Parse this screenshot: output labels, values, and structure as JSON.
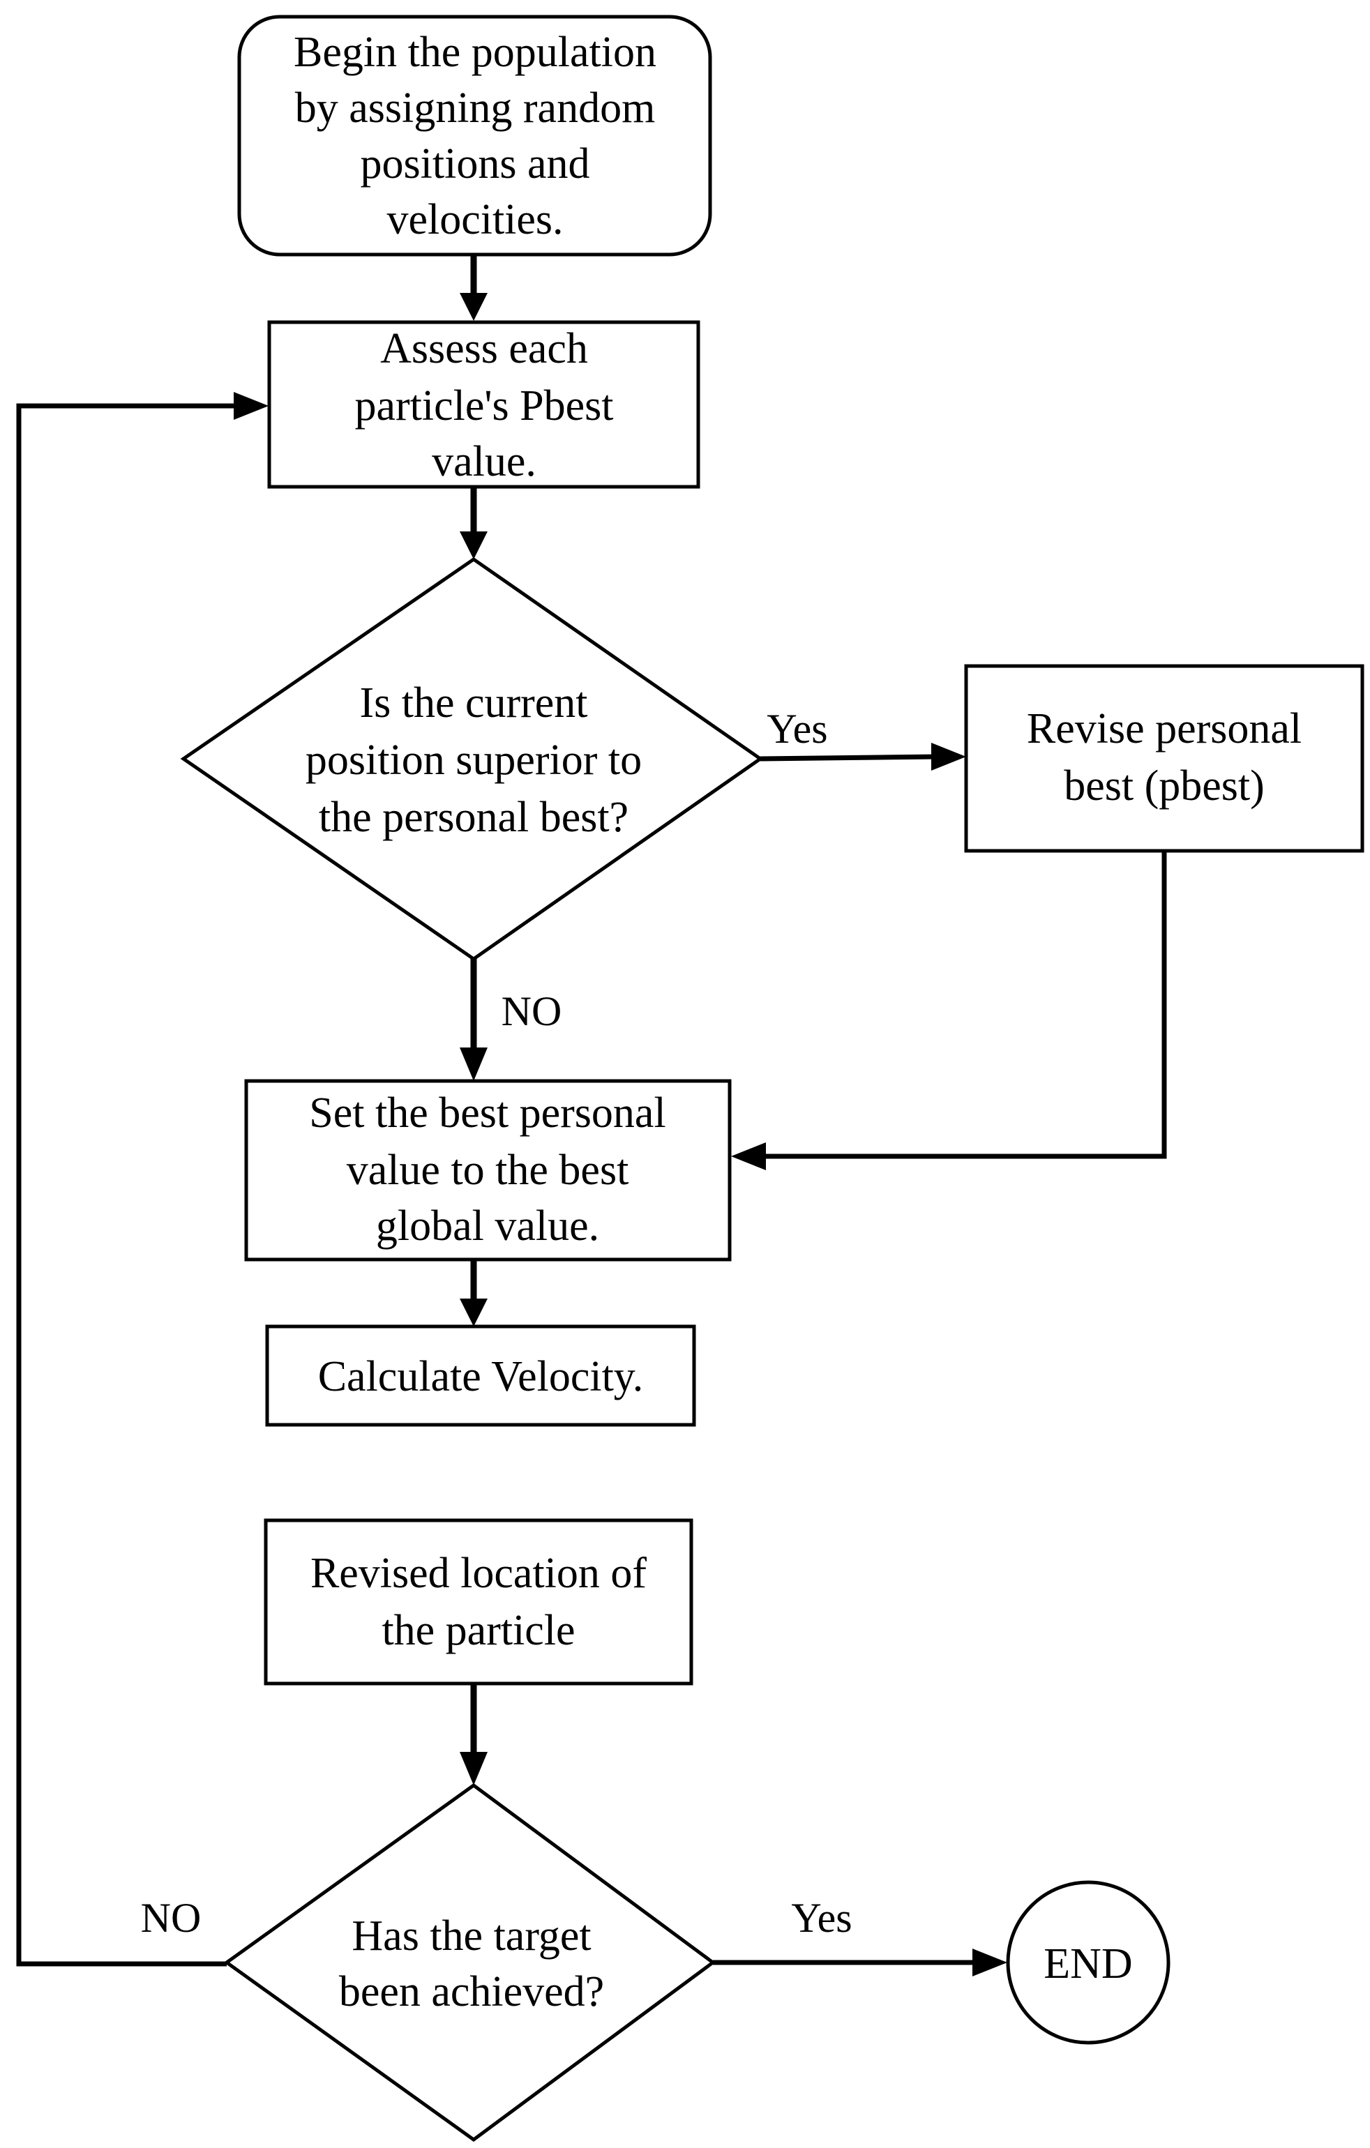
{
  "nodes": {
    "start": [
      "Begin the population",
      "by assigning random",
      "positions and",
      "velocities."
    ],
    "assess": [
      "Assess each",
      "particle's Pbest",
      "value."
    ],
    "decision_current": [
      "Is the current",
      "position superior to",
      "the personal best?"
    ],
    "revise_pbest": [
      "Revise personal",
      "best (pbest)"
    ],
    "set_best": [
      "Set the best personal",
      "value to the best",
      "global value."
    ],
    "calc_velocity": [
      "Calculate Velocity."
    ],
    "revised_location": [
      "Revised location of",
      "the particle"
    ],
    "decision_target": [
      "Has the target",
      "been achieved?"
    ],
    "end": [
      "END"
    ]
  },
  "edge_labels": {
    "current_yes": "Yes",
    "current_no": "NO",
    "target_no": "NO",
    "target_yes": "Yes"
  }
}
